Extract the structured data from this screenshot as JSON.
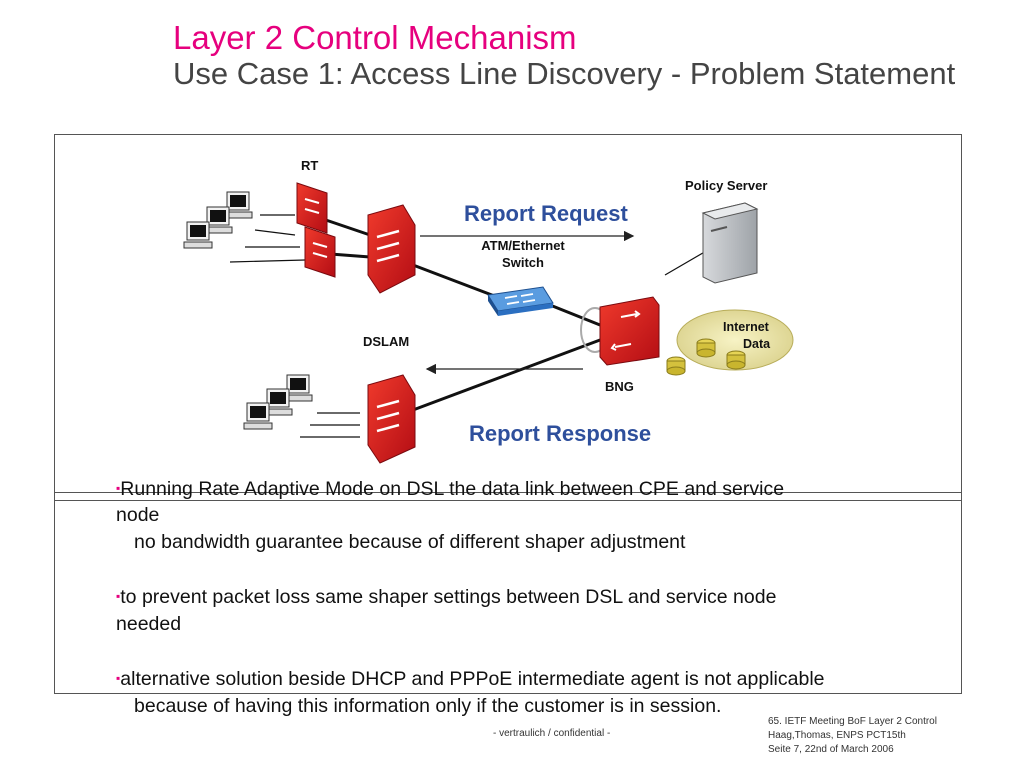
{
  "title": {
    "main": "Layer 2 Control Mechanism",
    "sub": "Use Case 1: Access Line Discovery - Problem Statement"
  },
  "diagram": {
    "rt": "RT",
    "dslam": "DSLAM",
    "switch_line1": "ATM/Ethernet",
    "switch_line2": "Switch",
    "bng": "BNG",
    "policy_server": "Policy Server",
    "internet_line1": "Internet",
    "internet_line2": "Data",
    "report_request": "Report Request",
    "report_response": "Report Response"
  },
  "bullets": [
    {
      "line1": "Running Rate Adaptive Mode on DSL the data link between CPE and service",
      "line2": "node",
      "line3": "no bandwidth guarantee because of  different shaper adjustment"
    },
    {
      "line1": "to prevent packet loss  same shaper settings between DSL and service node",
      "line2": "needed"
    },
    {
      "line1": "alternative solution beside DHCP and PPPoE intermediate agent is not applicable",
      "line2": "because of having this information only if the customer is in session."
    }
  ],
  "bullet_char": "▪",
  "footer": {
    "center": "- vertraulich / confidential -",
    "right_line1": "65. IETF Meeting BoF Layer 2 Control",
    "right_line2": "Haag,Thomas, ENPS PCT15th",
    "right_line3": "Seite 7, 22nd of March 2006"
  },
  "colors": {
    "accent": "#e6007e",
    "node_red": "#d8121b",
    "report_text": "#2e4f9c",
    "switch_blue": "#2b6fc1",
    "cloud": "#e9e3a0"
  }
}
